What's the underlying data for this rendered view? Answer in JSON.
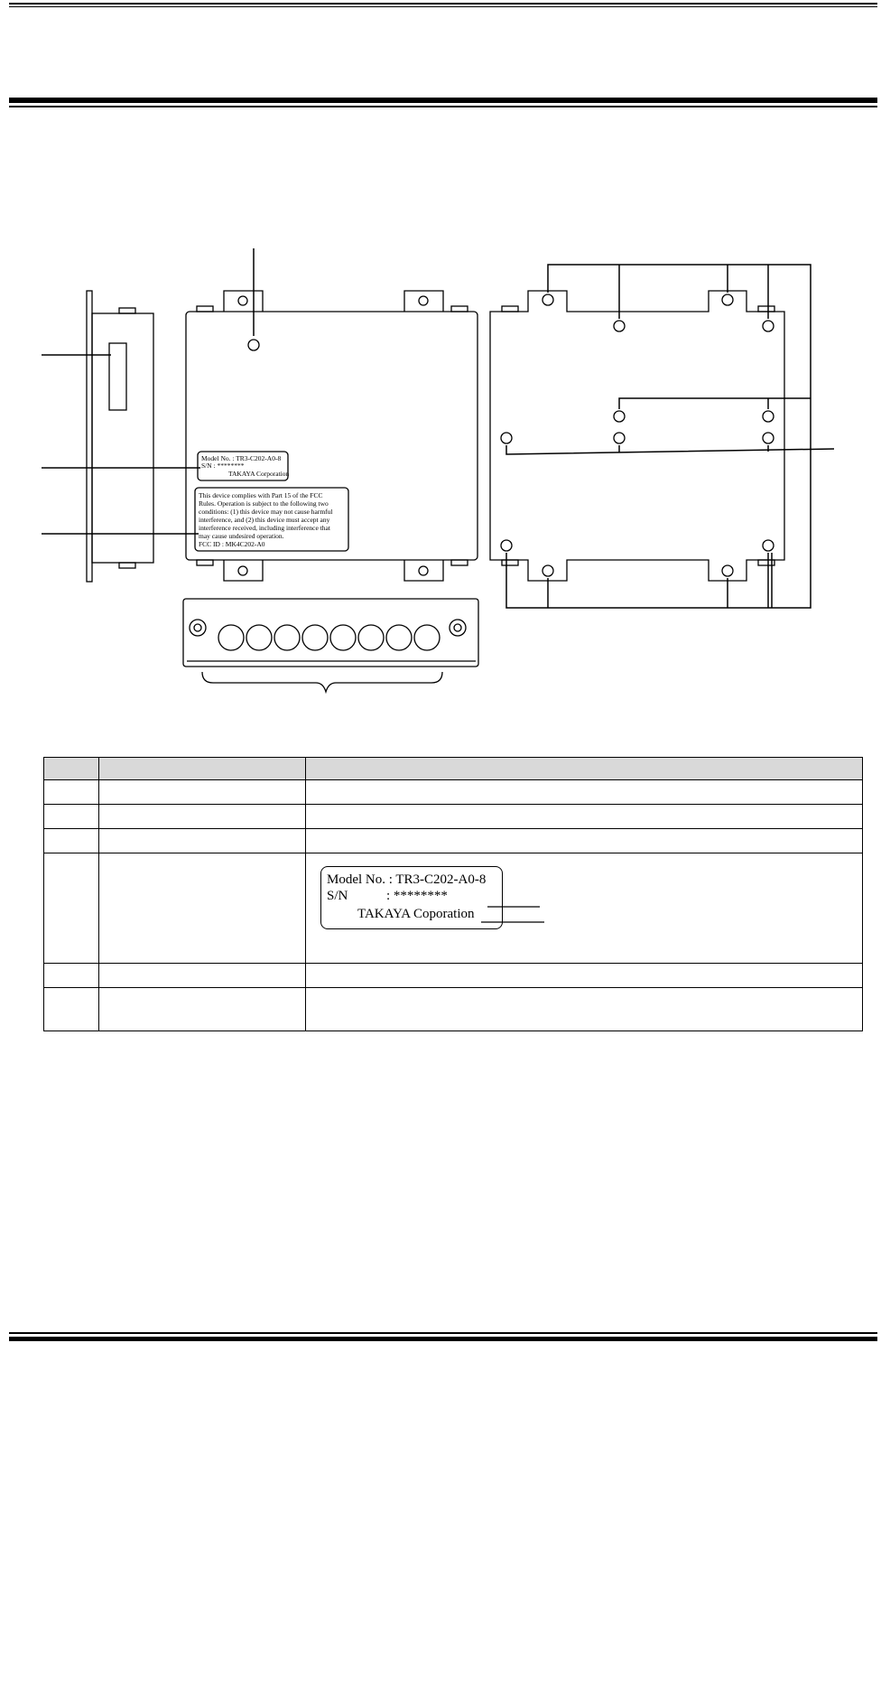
{
  "device_label": {
    "model_line": "Model No. : TR3-C202-A0-8",
    "sn_line": "S/N       : ********",
    "maker_line": "TAKAYA Corporation"
  },
  "fcc_label": {
    "lines": [
      "This device complies with Part 15 of the FCC",
      "Rules. Operation is subject to the following two",
      "conditions: (1) this device may not cause harmful",
      "interference, and (2) this device must accept any",
      "interference received, including interference that",
      "may cause undesired operation.",
      "FCC ID : MK4C202-A0"
    ]
  },
  "table_label": {
    "model": "Model No. : TR3-C202-A0-8",
    "sn_key": "S/N",
    "sn_val": ": ********",
    "maker": "TAKAYA Coporation"
  }
}
